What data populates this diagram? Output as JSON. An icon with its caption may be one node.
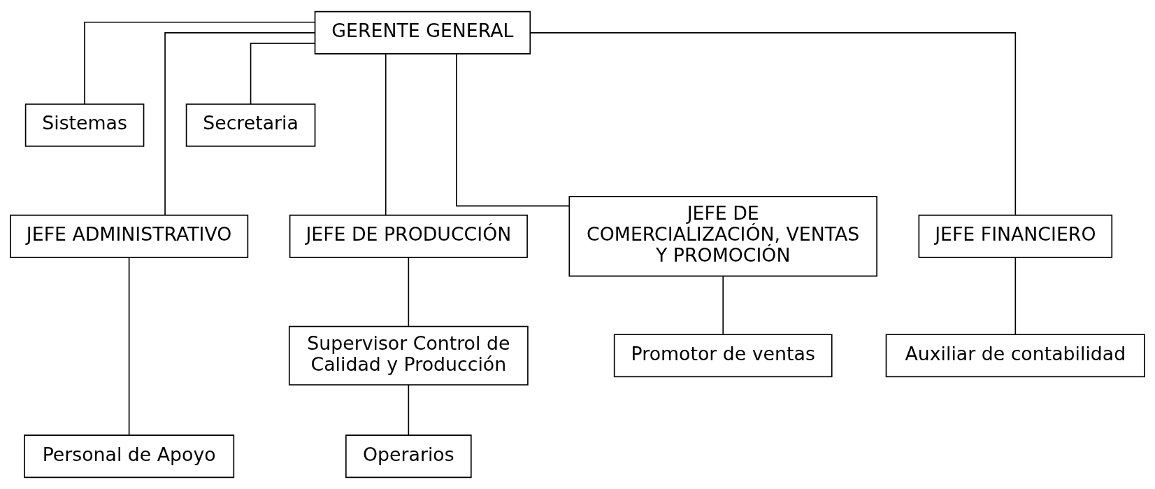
{
  "diagram": {
    "nodes": [
      {
        "text": [
          "GERENTE GENERAL"
        ]
      },
      {
        "text": [
          "Sistemas"
        ]
      },
      {
        "text": [
          "Secretaria"
        ]
      },
      {
        "text": [
          "JEFE ADMINISTRATIVO"
        ]
      },
      {
        "text": [
          "JEFE DE PRODUCCIÓN"
        ]
      },
      {
        "text": [
          "JEFE DE COMERCIALIZACIÓN, VENTAS Y PROMOCIÓN"
        ]
      },
      {
        "text": [
          "JEFE FINANCIERO"
        ]
      },
      {
        "text": [
          "Supervisor Control de Calidad y Producción"
        ]
      },
      {
        "text": [
          "Promotor de ventas"
        ]
      },
      {
        "text": [
          "Auxiliar de contabilidad"
        ]
      },
      {
        "text": [
          "Personal de Apoyo"
        ]
      },
      {
        "text": [
          "Operarios"
        ]
      }
    ],
    "edges": [
      {
        "from": 0,
        "to": 1,
        "arrow": "none"
      },
      {
        "from": 0,
        "to": 2,
        "arrow": "none"
      },
      {
        "from": 0,
        "to": 3,
        "arrow": "none"
      },
      {
        "from": 0,
        "to": 4,
        "arrow": "none"
      },
      {
        "from": 0,
        "to": 5,
        "arrow": "none"
      },
      {
        "from": 0,
        "to": 6,
        "arrow": "none"
      },
      {
        "from": 4,
        "to": 7,
        "arrow": "none"
      },
      {
        "from": 5,
        "to": 8,
        "arrow": "none"
      },
      {
        "from": 6,
        "to": 9,
        "arrow": "none"
      },
      {
        "from": 3,
        "to": 10,
        "arrow": "none"
      },
      {
        "from": 7,
        "to": 11,
        "arrow": "none"
      }
    ]
  }
}
